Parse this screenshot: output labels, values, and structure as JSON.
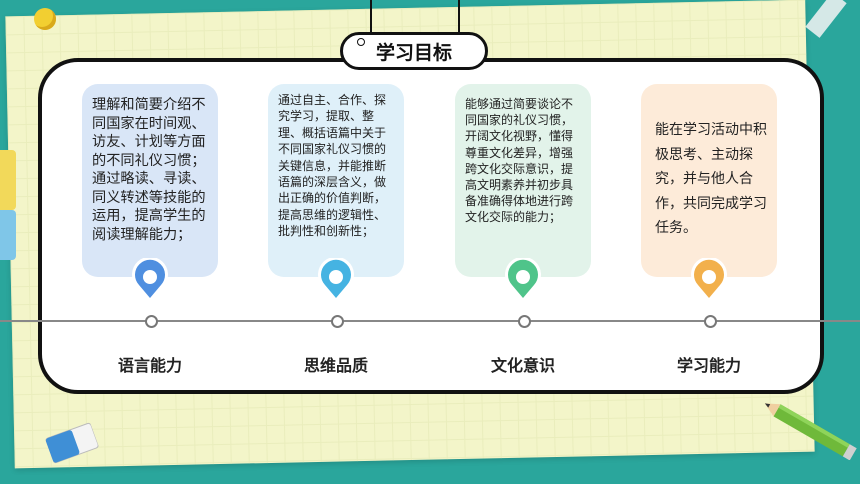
{
  "title": "学习目标",
  "cards": [
    {
      "text": "理解和简要介绍不同国家在时间观、访友、计划等方面的不同礼仪习惯；通过略读、寻读、同义转述等技能的运用，提高学生的阅读理解能力；",
      "label": "语言能力",
      "color": "#4f8fe0"
    },
    {
      "text": "通过自主、合作、探究学习，提取、整理、概括语篇中关于不同国家礼仪习惯的关键信息，并能推断语篇的深层含义，做出正确的价值判断，提高思维的逻辑性、批判性和创新性；",
      "label": "思维品质",
      "color": "#45b3e2"
    },
    {
      "text": "能够通过简要谈论不同国家的礼仪习惯，开阔文化视野，懂得尊重文化差异，增强跨文化交际意识，提高文明素养并初步具备准确得体地进行跨文化交际的能力；",
      "label": "文化意识",
      "color": "#4fc48a"
    },
    {
      "text": "能在学习活动中积极思考、主动探究，并与他人合作，共同完成学习任务。",
      "label": "学习能力",
      "color": "#f2b04c"
    }
  ],
  "icons": [
    "location-pin-icon",
    "pushpin-icon",
    "eraser-icon",
    "pencil-icon"
  ]
}
